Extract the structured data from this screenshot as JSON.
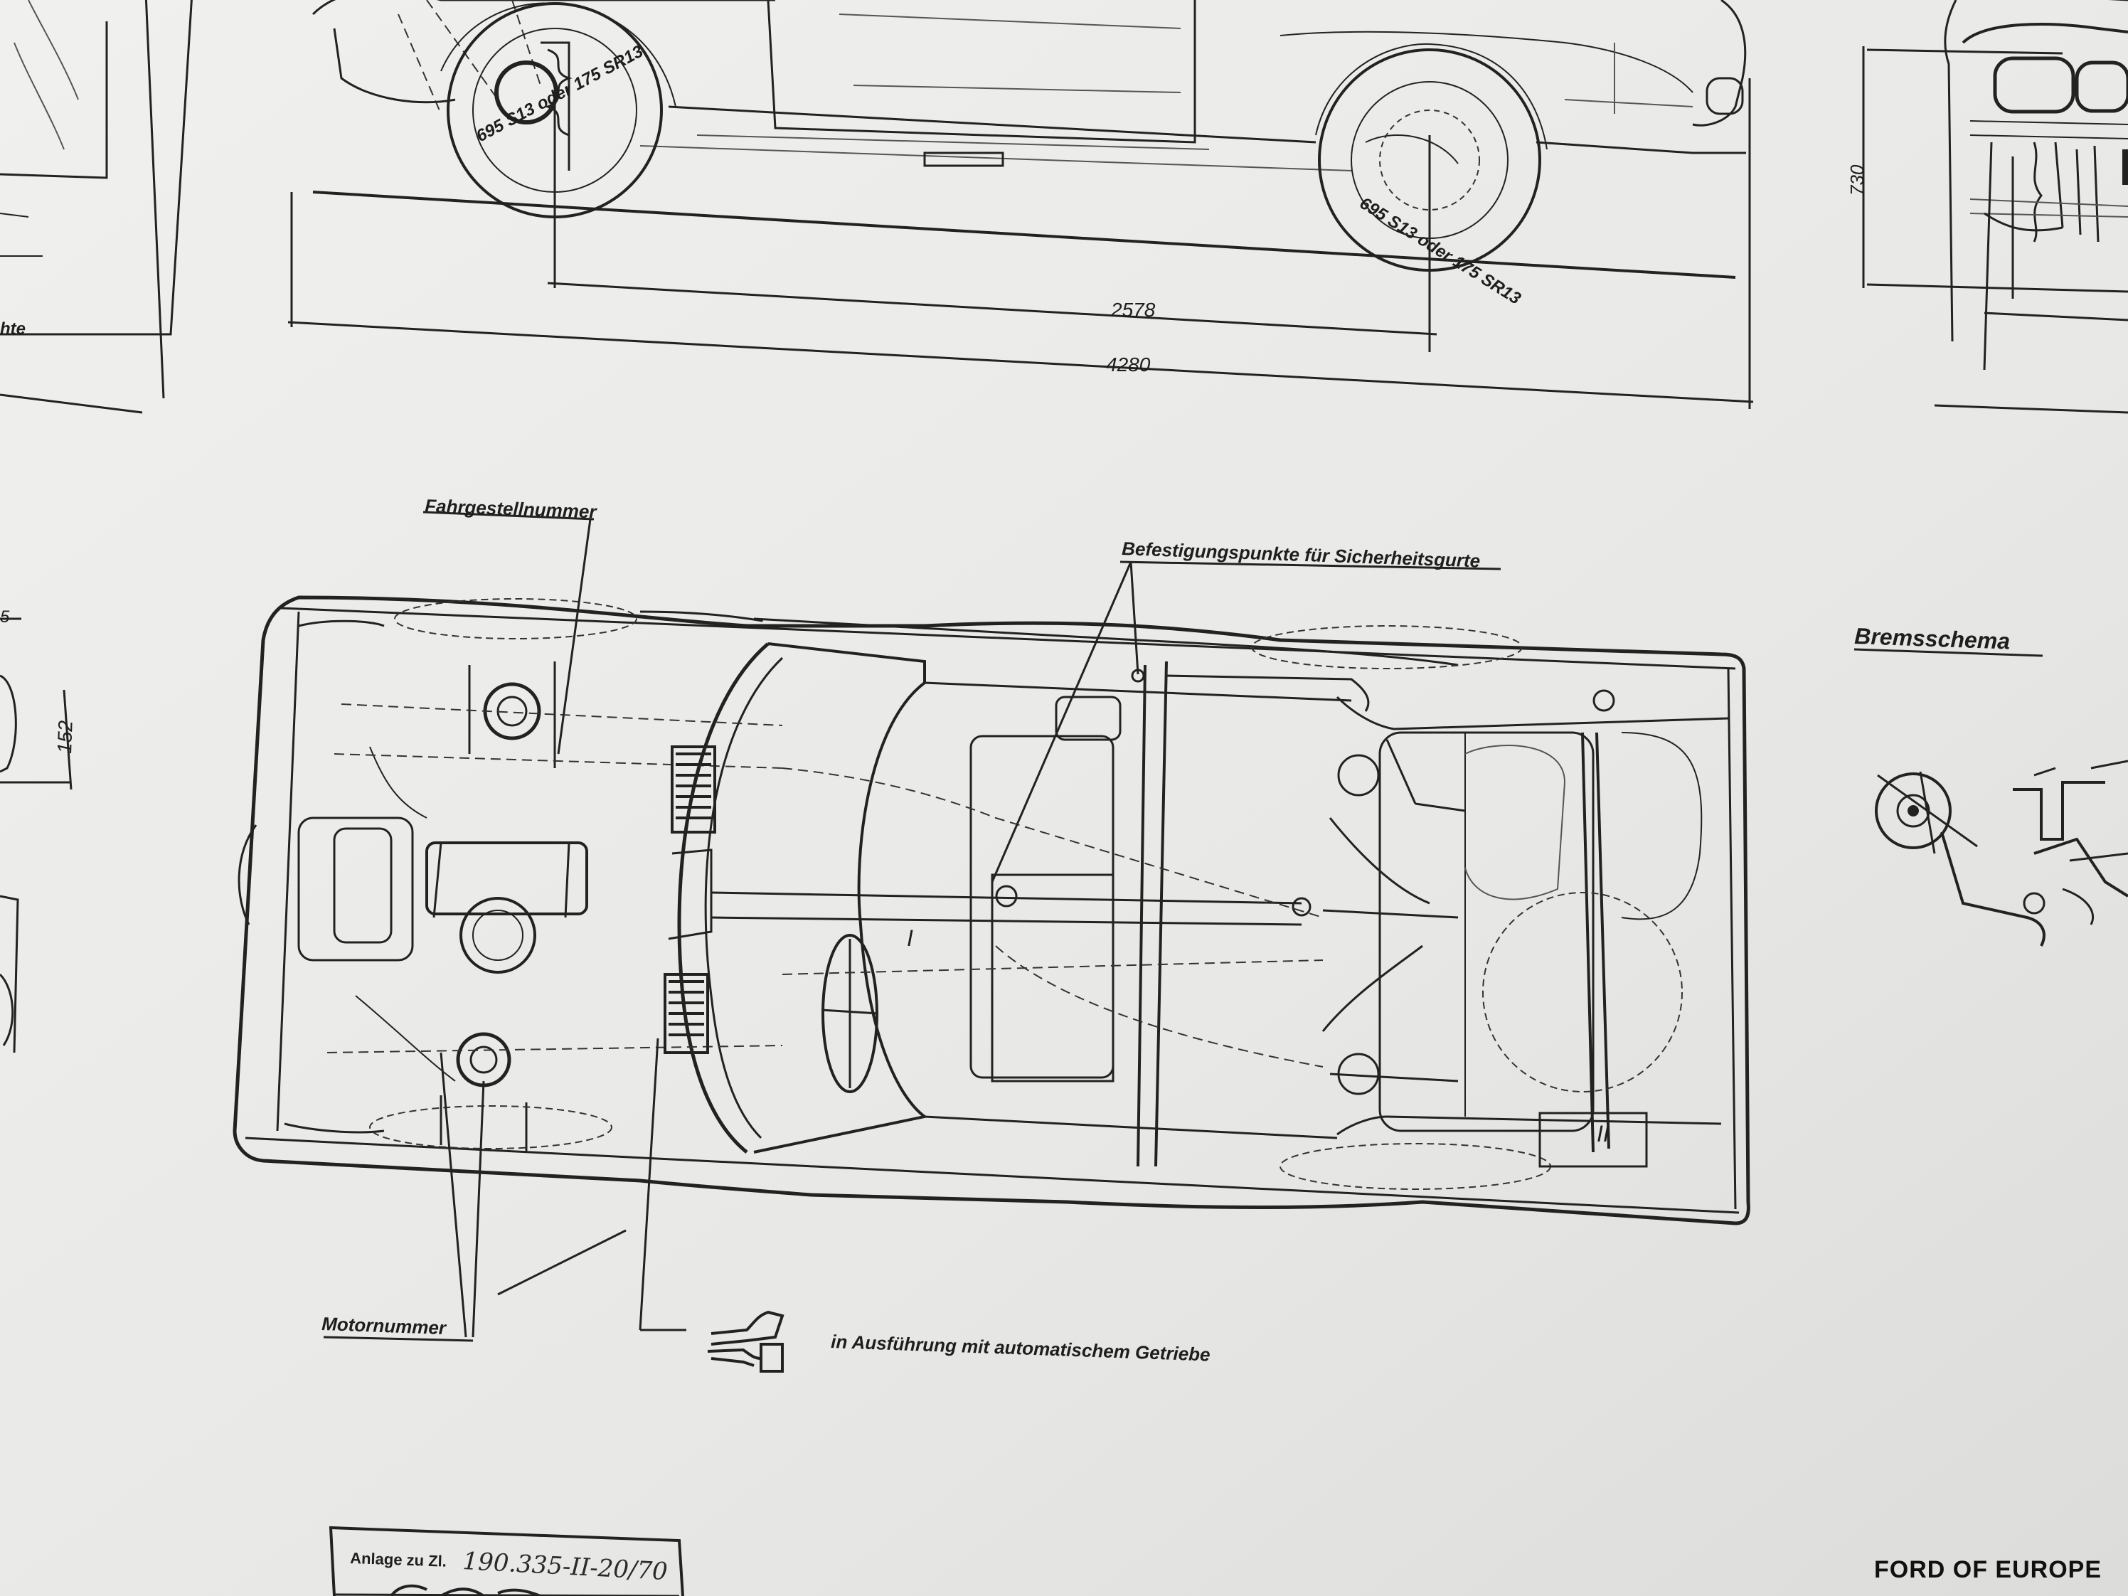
{
  "drawing": {
    "side_view": {
      "tire_label_front": "695 S13 oder 175 SR13",
      "tire_label_rear": "695 S13 oder 175 SR13",
      "dim_wheelbase": "2578",
      "dim_length": "4280"
    },
    "front_view": {
      "dim_height": "730"
    },
    "left_detail": {
      "dim_value": "152",
      "partial_label": "hte",
      "partial_dim": "5"
    },
    "plan_view": {
      "label_chassis_number": "Fahrgestellnummer",
      "label_belt_points": "Befestigungspunkte für Sicherheitsgurte",
      "label_engine_number": "Motornummer",
      "label_automatic": "in Ausführung mit automatischem Getriebe",
      "marker_1": "I",
      "marker_2": "II"
    },
    "brake_section": {
      "title": "Bremsschema"
    },
    "stamp": {
      "prefix": "Anlage zu Zl.",
      "number": "190.335-II-20/70"
    },
    "footer": {
      "company": "FORD OF EUROPE"
    }
  },
  "colors": {
    "paper": "#e9e9e7",
    "ink": "#222222"
  }
}
